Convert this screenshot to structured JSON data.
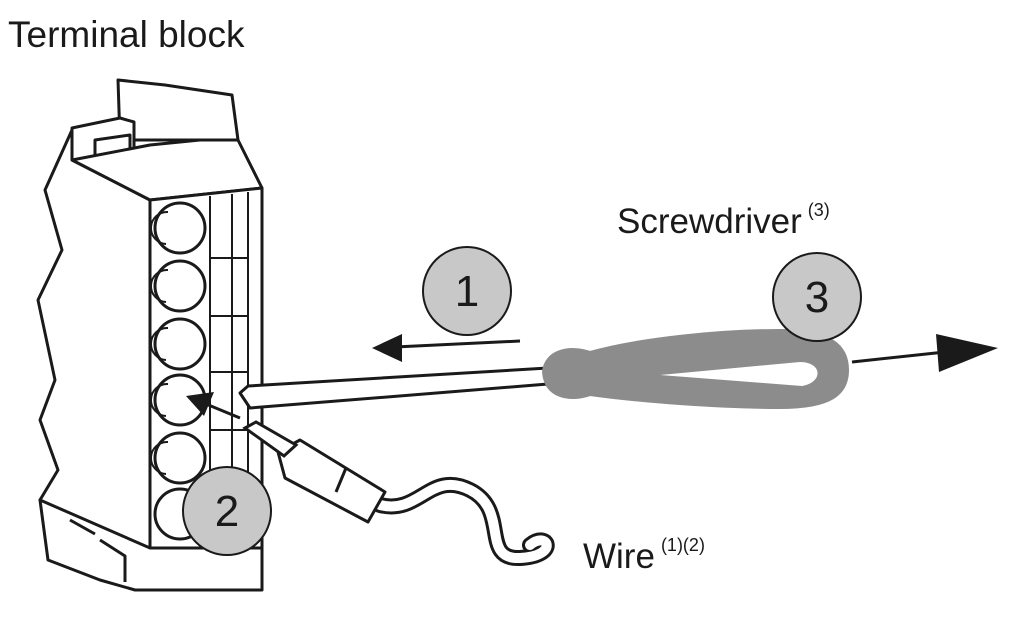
{
  "labels": {
    "terminal_block": "Terminal block",
    "screwdriver": "Screwdriver",
    "screwdriver_note": "(3)",
    "wire": "Wire",
    "wire_note": "(1)(2)"
  },
  "steps": [
    {
      "number": "1"
    },
    {
      "number": "2"
    },
    {
      "number": "3"
    }
  ],
  "colors": {
    "badge_fill": "#c8c8c8",
    "screwdriver": "#8c8c8c",
    "outline": "#1a1a1a"
  }
}
